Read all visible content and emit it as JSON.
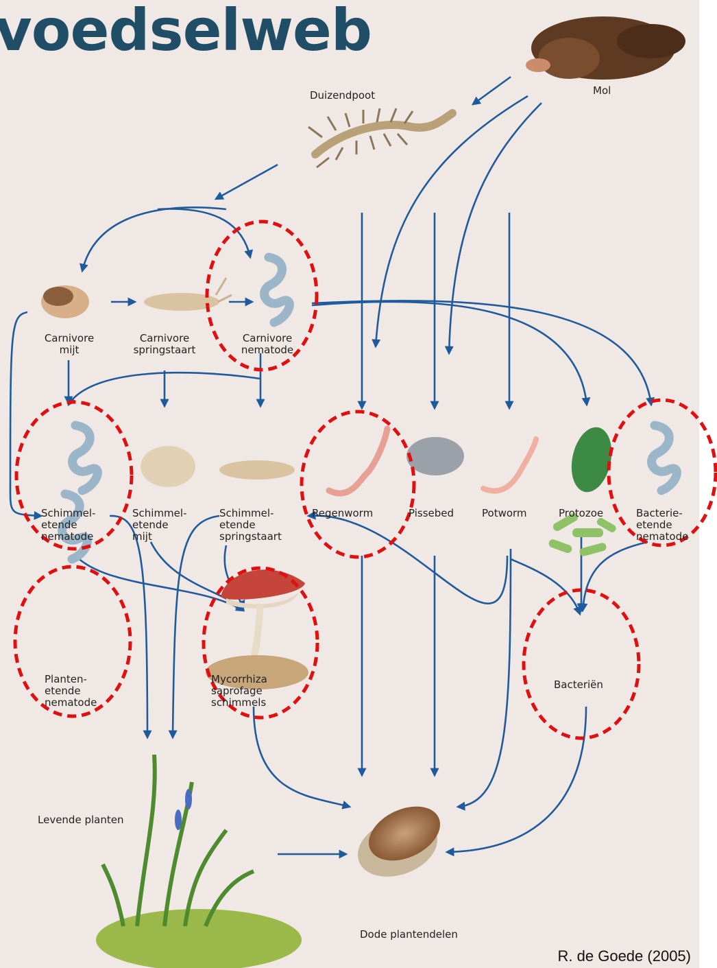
{
  "title": "voedselweb",
  "credit": "R. de Goede (2005)",
  "nodes": {
    "duizendpoot": "Duizendpoot",
    "mol": "Mol",
    "carnivore_mijt": [
      "Carnivore",
      "mijt"
    ],
    "carnivore_springstaart": [
      "Carnivore",
      "springstaart"
    ],
    "carnivore_nematode": [
      "Carnivore",
      "nematode"
    ],
    "schimmel_nematode": [
      "Schimmel-",
      "etende",
      "nematode"
    ],
    "schimmel_mijt": [
      "Schimmel-",
      "etende",
      "mijt"
    ],
    "schimmel_springstaart": [
      "Schimmel-",
      "etende",
      "springstaart"
    ],
    "regenworm": "Regenworm",
    "pissebed": "Pissebed",
    "potworm": "Potworm",
    "protozoe": "Protozoe",
    "bacterie_nematode": [
      "Bacterie-",
      "etende",
      "nematode"
    ],
    "planten_nematode": [
      "Planten-",
      "etende",
      "nematode"
    ],
    "mycorrhiza": [
      "Mycorrhiza",
      "saprofage",
      "schimmels"
    ],
    "bacterien": "Bacteriën",
    "levende_planten": "Levende planten",
    "dode_plantendelen": "Dode plantendelen"
  },
  "colors": {
    "arrow": "#1f5b9c",
    "highlight": "#e01010",
    "title": "#1f4e66",
    "background": "#f0e8e4"
  }
}
